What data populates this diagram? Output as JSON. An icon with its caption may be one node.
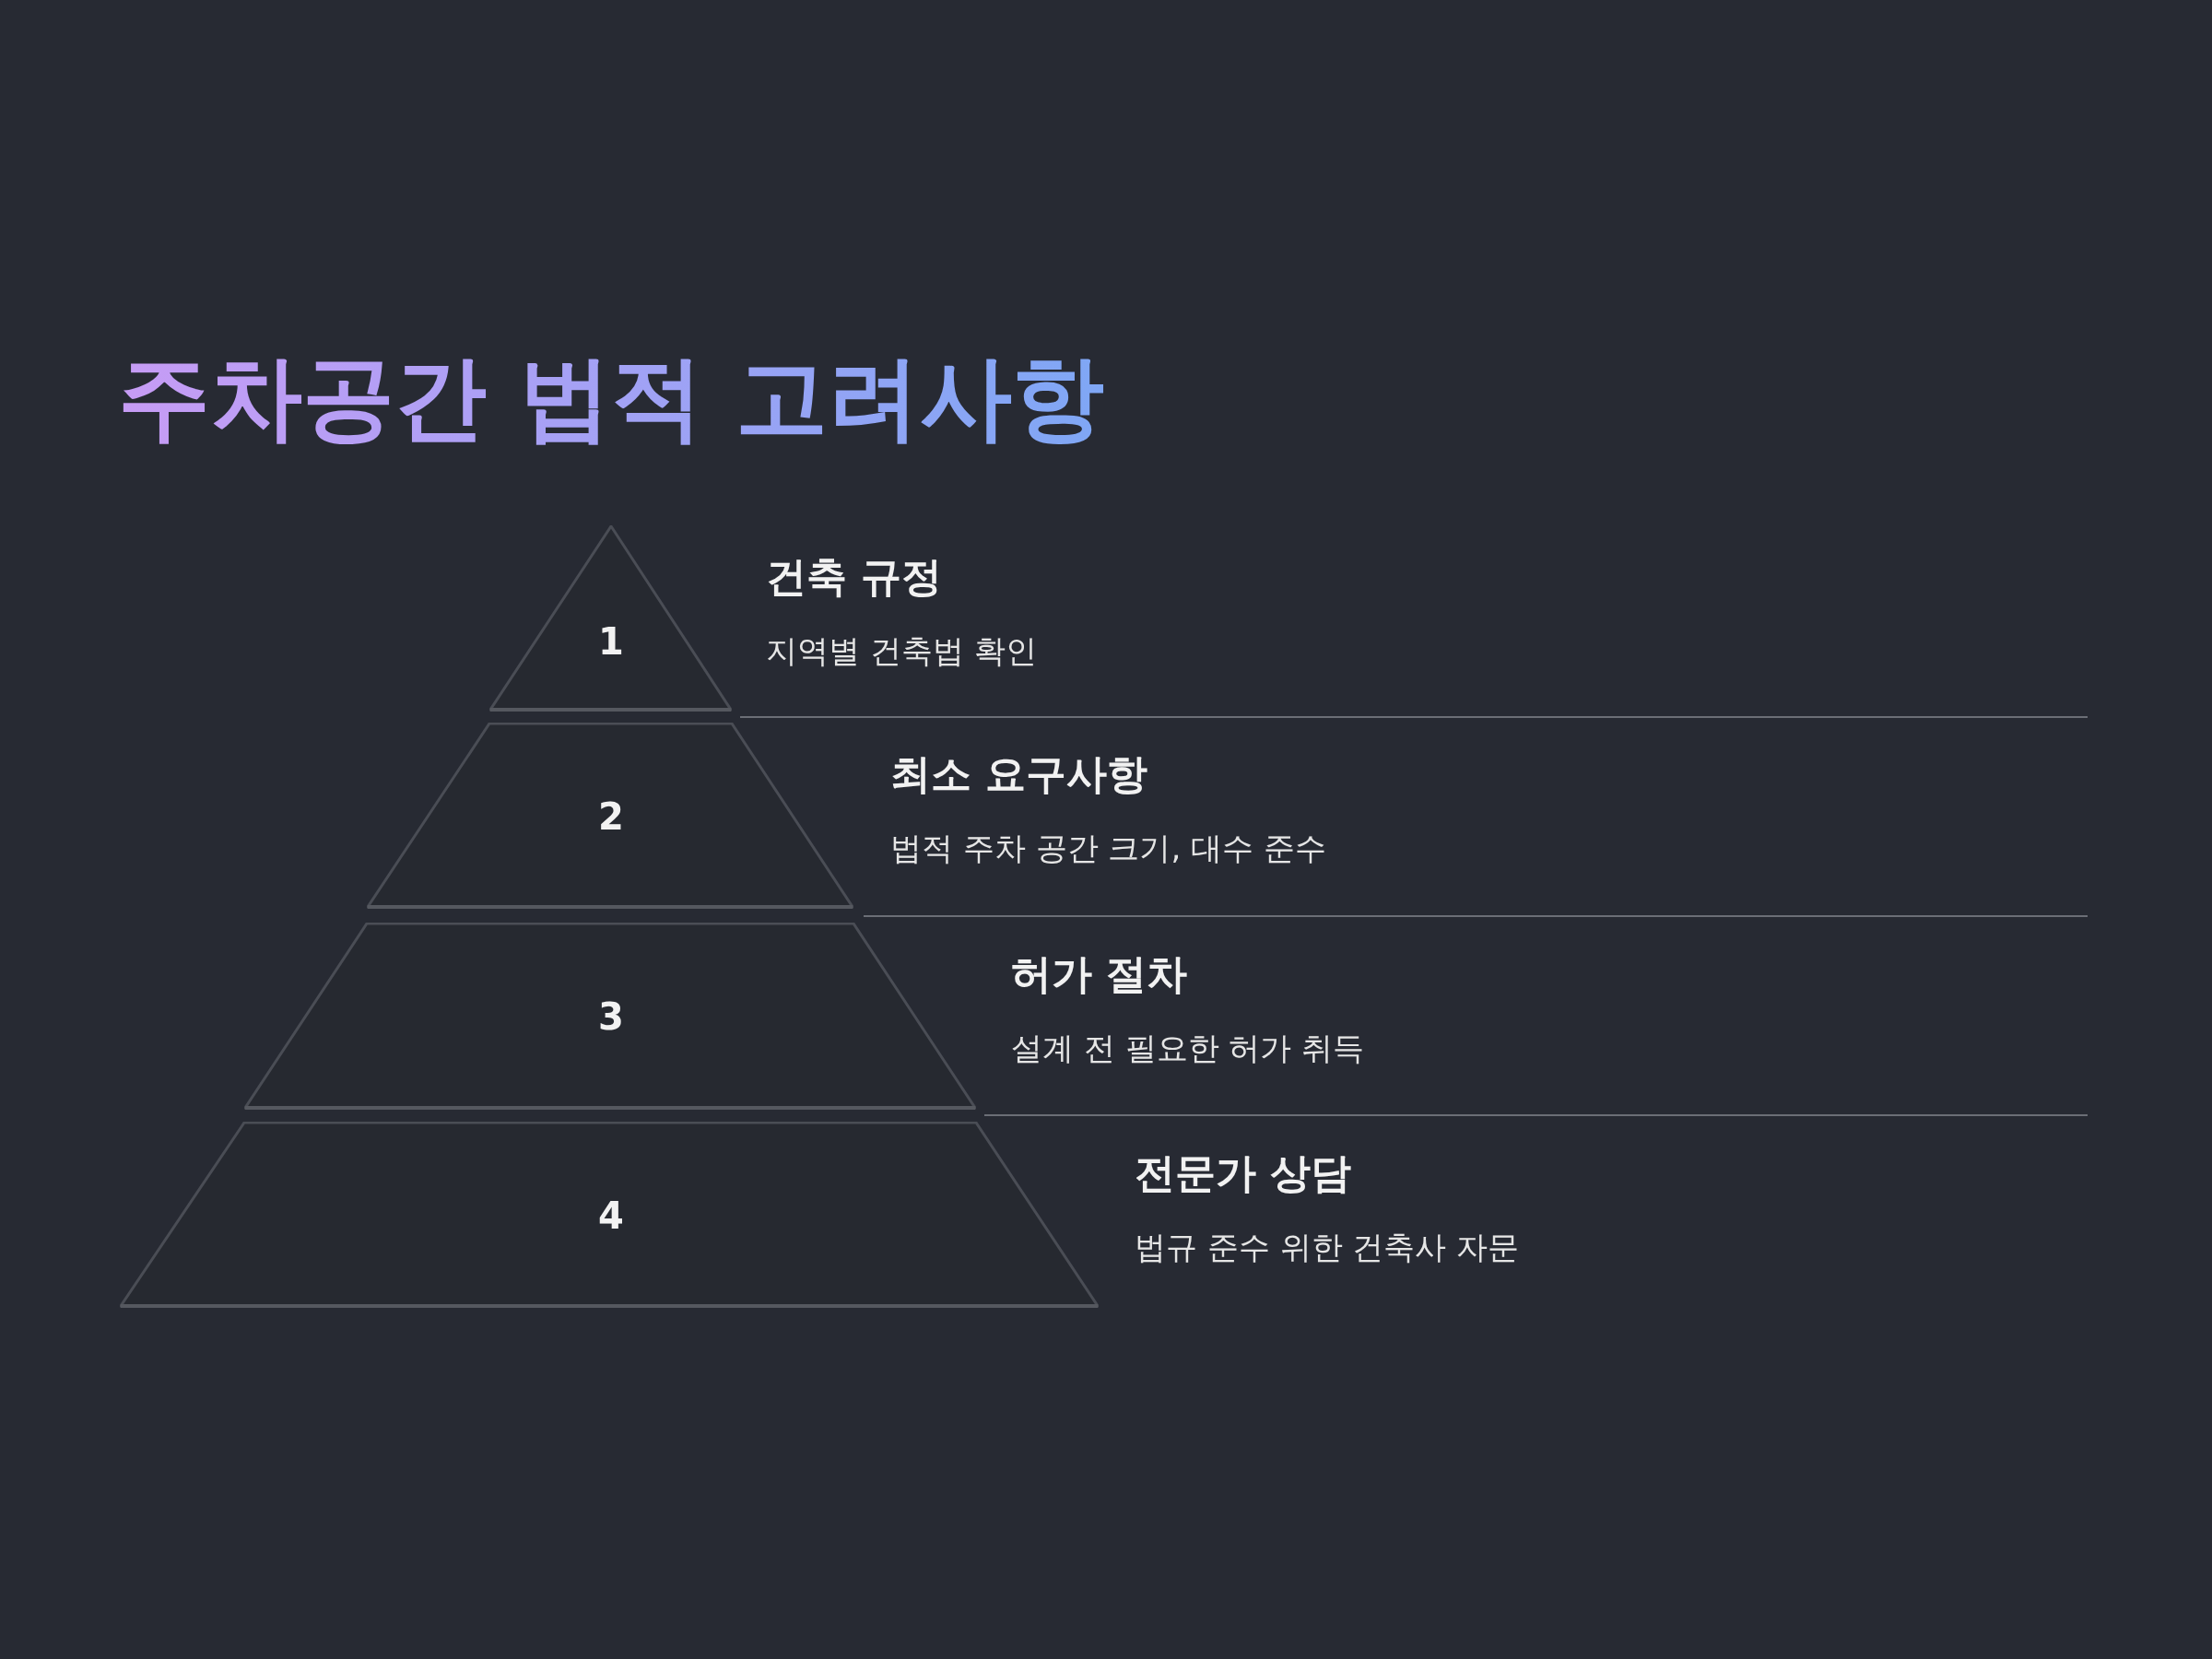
{
  "diagram": {
    "title": "주차공간 법적 고려사항",
    "nodes": [
      {
        "text": [
          "1"
        ],
        "beside": [
          "건축 규정",
          "지역별 건축법 확인"
        ]
      },
      {
        "text": [
          "2"
        ],
        "beside": [
          "최소 요구사항",
          "법적 주차 공간 크기, 대수 준수"
        ]
      },
      {
        "text": [
          "3"
        ],
        "beside": [
          "허가 절차",
          "설계 전 필요한 허가 취득"
        ]
      },
      {
        "text": [
          "4"
        ],
        "beside": [
          "전문가 상담",
          "법규 준수 위한 건축사 자문"
        ]
      }
    ]
  }
}
